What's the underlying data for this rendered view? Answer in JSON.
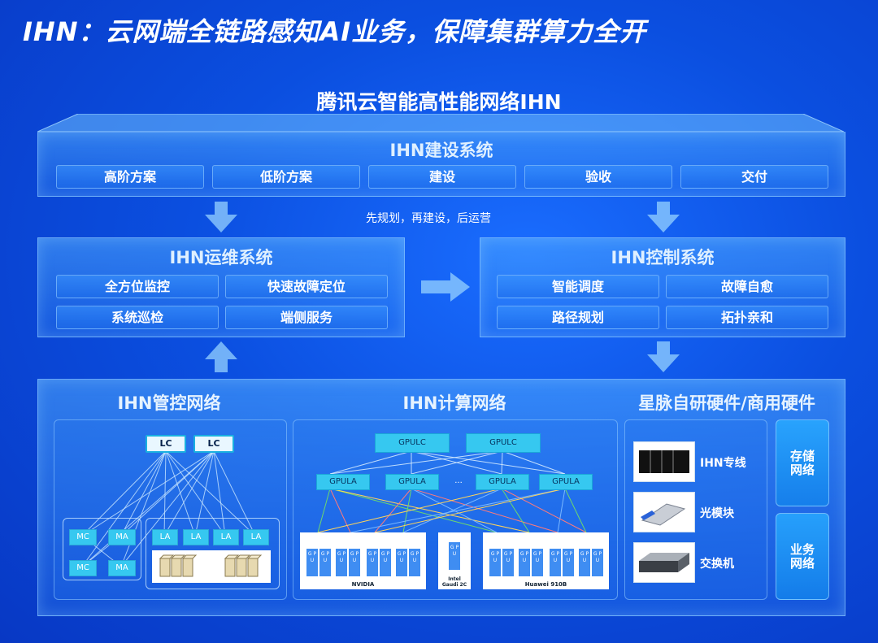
{
  "headline": "IHN：云网端全链路感知AI业务，保障集群算力全开",
  "subtitle": "腾讯云智能高性能网络IHN",
  "build_system": {
    "title": "IHN建设系统",
    "items": [
      "高阶方案",
      "低阶方案",
      "建设",
      "验收",
      "交付"
    ]
  },
  "flow_note": "先规划，再建设，后运营",
  "ops_system": {
    "title": "IHN运维系统",
    "items": [
      "全方位监控",
      "快速故障定位",
      "系统巡检",
      "端侧服务"
    ]
  },
  "control_system": {
    "title": "IHN控制系统",
    "items": [
      "智能调度",
      "故障自愈",
      "路径规划",
      "拓扑亲和"
    ]
  },
  "mgmt_network": {
    "title": "IHN管控网络",
    "lc": [
      "LC",
      "LC"
    ],
    "mc": [
      "MC",
      "MC"
    ],
    "ma": [
      "MA",
      "MA"
    ],
    "la": [
      "LA",
      "LA",
      "LA",
      "LA"
    ]
  },
  "compute_network": {
    "title": "IHN计算网络",
    "gpulc": [
      "GPULC",
      "GPULC"
    ],
    "gpula": [
      "GPULA",
      "GPULA",
      "GPULA",
      "GPULA"
    ],
    "ellipsis": "...",
    "gpu_label": "G P U",
    "vendors": [
      "NVIDIA",
      "Intel Gaudi 2C",
      "Huawei 910B"
    ]
  },
  "hardware": {
    "title": "星脉自研硬件/商用硬件",
    "items": [
      "IHN专线",
      "光模块",
      "交换机"
    ],
    "side": [
      "存储网络",
      "业务网络"
    ]
  },
  "colors": {
    "background": "#0b4fe0",
    "panel_border": "#8cc8ff",
    "node_cyan": "#36c8f0",
    "gpu_blue": "#3f8df2"
  }
}
